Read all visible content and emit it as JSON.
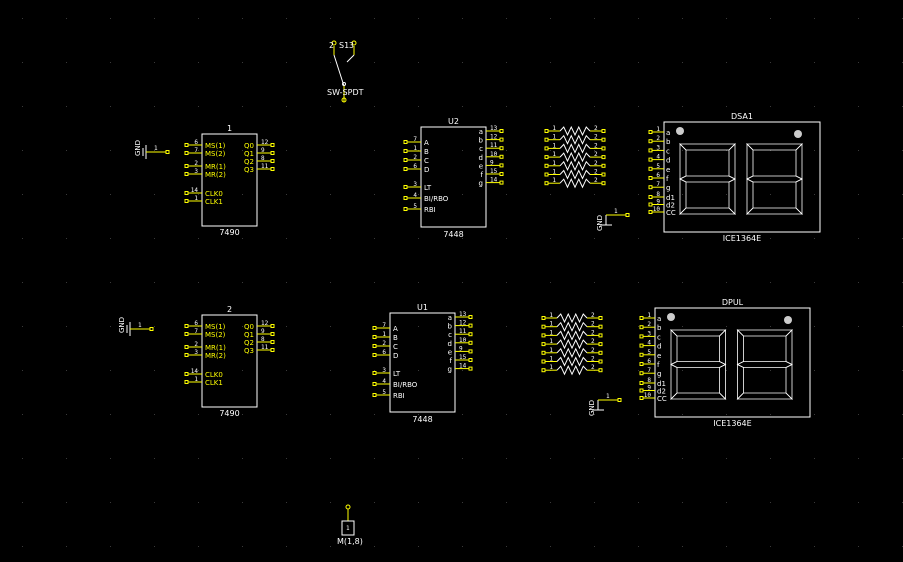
{
  "colors": {
    "background": "#000000",
    "outline": "#ffffff",
    "pin": "#ffff00",
    "dot": "#3a3a3a"
  },
  "switch": {
    "ref": "S1",
    "type": "SW-SPDT",
    "pins": [
      "2",
      "3"
    ]
  },
  "ic_7490_top": {
    "ref": "1",
    "part": "7490",
    "left_pins": [
      {
        "num": "6",
        "name": "MS(1)"
      },
      {
        "num": "7",
        "name": "MS(2)"
      },
      {
        "num": "2",
        "name": "MR(1)"
      },
      {
        "num": "3",
        "name": "MR(2)"
      },
      {
        "num": "14",
        "name": "CLK0"
      },
      {
        "num": "1",
        "name": "CLK1"
      }
    ],
    "right_pins": [
      {
        "num": "12",
        "name": "Q0"
      },
      {
        "num": "9",
        "name": "Q1"
      },
      {
        "num": "8",
        "name": "Q2"
      },
      {
        "num": "11",
        "name": "Q3"
      }
    ]
  },
  "ic_7490_bottom": {
    "ref": "2",
    "part": "7490",
    "left_pins": [
      {
        "num": "6",
        "name": "MS(1)"
      },
      {
        "num": "7",
        "name": "MS(2)"
      },
      {
        "num": "2",
        "name": "MR(1)"
      },
      {
        "num": "3",
        "name": "MR(2)"
      },
      {
        "num": "14",
        "name": "CLK0"
      },
      {
        "num": "1",
        "name": "CLK1"
      }
    ],
    "right_pins": [
      {
        "num": "12",
        "name": "Q0"
      },
      {
        "num": "9",
        "name": "Q1"
      },
      {
        "num": "8",
        "name": "Q2"
      },
      {
        "num": "11",
        "name": "Q3"
      }
    ]
  },
  "ic_7448_top": {
    "ref": "U2",
    "part": "7448",
    "left_pins": [
      {
        "num": "7",
        "name": "A"
      },
      {
        "num": "1",
        "name": "B"
      },
      {
        "num": "2",
        "name": "C"
      },
      {
        "num": "6",
        "name": "D"
      },
      {
        "num": "3",
        "name": "LT"
      },
      {
        "num": "4",
        "name": "BI/RBO"
      },
      {
        "num": "5",
        "name": "RBI"
      }
    ],
    "right_pins": [
      {
        "num": "13",
        "name": "a"
      },
      {
        "num": "12",
        "name": "b"
      },
      {
        "num": "11",
        "name": "c"
      },
      {
        "num": "10",
        "name": "d"
      },
      {
        "num": "9",
        "name": "e"
      },
      {
        "num": "15",
        "name": "f"
      },
      {
        "num": "14",
        "name": "g"
      }
    ]
  },
  "ic_7448_bottom": {
    "ref": "U1",
    "part": "7448",
    "left_pins": [
      {
        "num": "7",
        "name": "A"
      },
      {
        "num": "1",
        "name": "B"
      },
      {
        "num": "2",
        "name": "C"
      },
      {
        "num": "6",
        "name": "D"
      },
      {
        "num": "3",
        "name": "LT"
      },
      {
        "num": "4",
        "name": "BI/RBO"
      },
      {
        "num": "5",
        "name": "RBI"
      }
    ],
    "right_pins": [
      {
        "num": "13",
        "name": "a"
      },
      {
        "num": "12",
        "name": "b"
      },
      {
        "num": "11",
        "name": "c"
      },
      {
        "num": "10",
        "name": "d"
      },
      {
        "num": "9",
        "name": "e"
      },
      {
        "num": "15",
        "name": "f"
      },
      {
        "num": "14",
        "name": "g"
      }
    ]
  },
  "resistor_array_top": {
    "left_pins": [
      "1",
      "1",
      "1",
      "1",
      "1",
      "1",
      "1"
    ],
    "right_pins": [
      "2",
      "2",
      "2",
      "2",
      "2",
      "2",
      "2"
    ]
  },
  "resistor_array_bottom": {
    "left_pins": [
      "1",
      "1",
      "1",
      "1",
      "1",
      "1",
      "1"
    ],
    "right_pins": [
      "2",
      "2",
      "2",
      "2",
      "2",
      "2",
      "2"
    ]
  },
  "display_top": {
    "ref": "DSA1",
    "part": "ICE1364E",
    "pins": [
      {
        "num": "1",
        "name": "a"
      },
      {
        "num": "2",
        "name": "b"
      },
      {
        "num": "3",
        "name": "c"
      },
      {
        "num": "4",
        "name": "d"
      },
      {
        "num": "5",
        "name": "e"
      },
      {
        "num": "6",
        "name": "f"
      },
      {
        "num": "7",
        "name": "g"
      },
      {
        "num": "8",
        "name": "d1"
      },
      {
        "num": "9",
        "name": "d2"
      },
      {
        "num": "10",
        "name": "CC"
      }
    ]
  },
  "display_bottom": {
    "ref": "DPUL",
    "part": "ICE1364E",
    "pins": [
      {
        "num": "1",
        "name": "a"
      },
      {
        "num": "2",
        "name": "b"
      },
      {
        "num": "3",
        "name": "c"
      },
      {
        "num": "4",
        "name": "d"
      },
      {
        "num": "5",
        "name": "e"
      },
      {
        "num": "6",
        "name": "f"
      },
      {
        "num": "7",
        "name": "g"
      },
      {
        "num": "8",
        "name": "d1"
      },
      {
        "num": "9",
        "name": "d2"
      },
      {
        "num": "10",
        "name": "CC"
      }
    ]
  },
  "gnd_label": "GND",
  "gnd_pin": "1",
  "clock_source": {
    "label": "M(1,8)",
    "pin": "1"
  }
}
